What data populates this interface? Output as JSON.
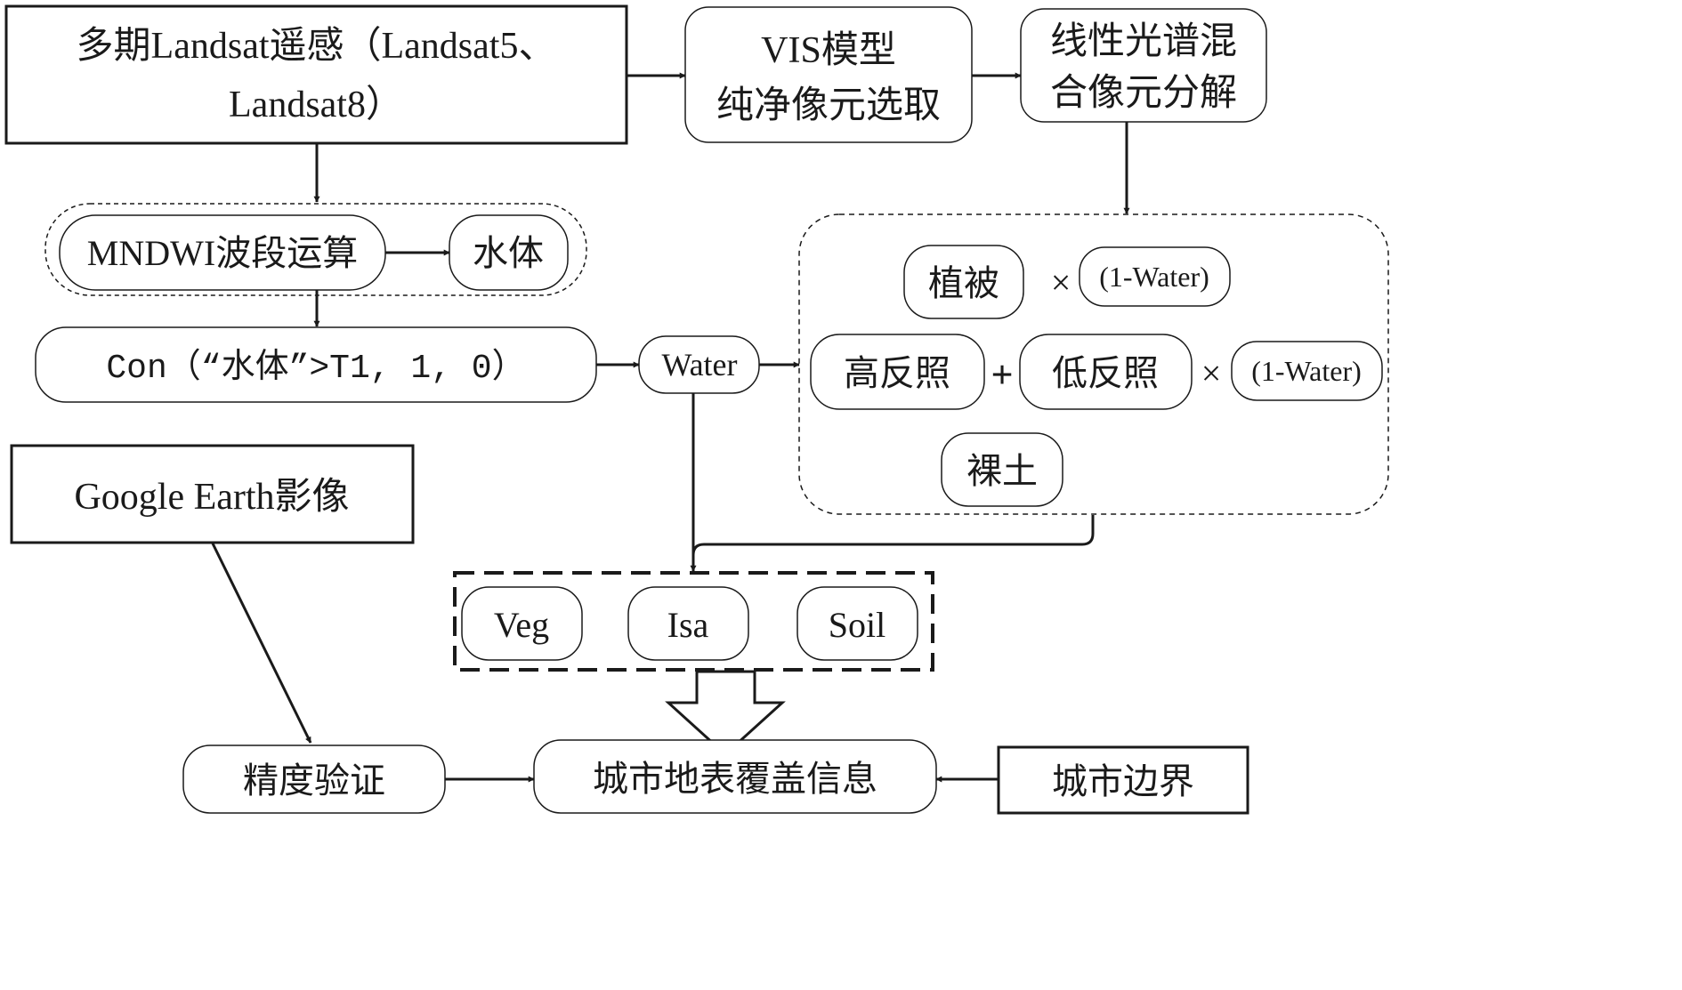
{
  "nodes": {
    "landsat": {
      "line1": "多期Landsat遥感（Landsat5、",
      "line2": "Landsat8）"
    },
    "vis": {
      "line1": "VIS模型",
      "line2": "纯净像元选取"
    },
    "lsmm": {
      "line1": "线性光谱混",
      "line2": "合像元分解"
    },
    "mndwi": "MNDWI波段运算",
    "water_body": "水体",
    "con": "Con（“水体”>T1, 1, 0）",
    "water": "Water",
    "vegetation": "植被",
    "high_albedo": "高反照",
    "low_albedo": "低反照",
    "bare_soil": "裸土",
    "factor_veg": "(1-Water)",
    "factor_low": "(1-Water)",
    "times_1": "×",
    "times_2": "×",
    "plus": "+",
    "google": "Google Earth影像",
    "veg": "Veg",
    "isa": "Isa",
    "soil": "Soil",
    "accuracy": "精度验证",
    "urban_cover": "城市地表覆盖信息",
    "urban_boundary": "城市边界"
  },
  "colors": {
    "stroke": "#1a1a1a",
    "background": "#ffffff"
  }
}
